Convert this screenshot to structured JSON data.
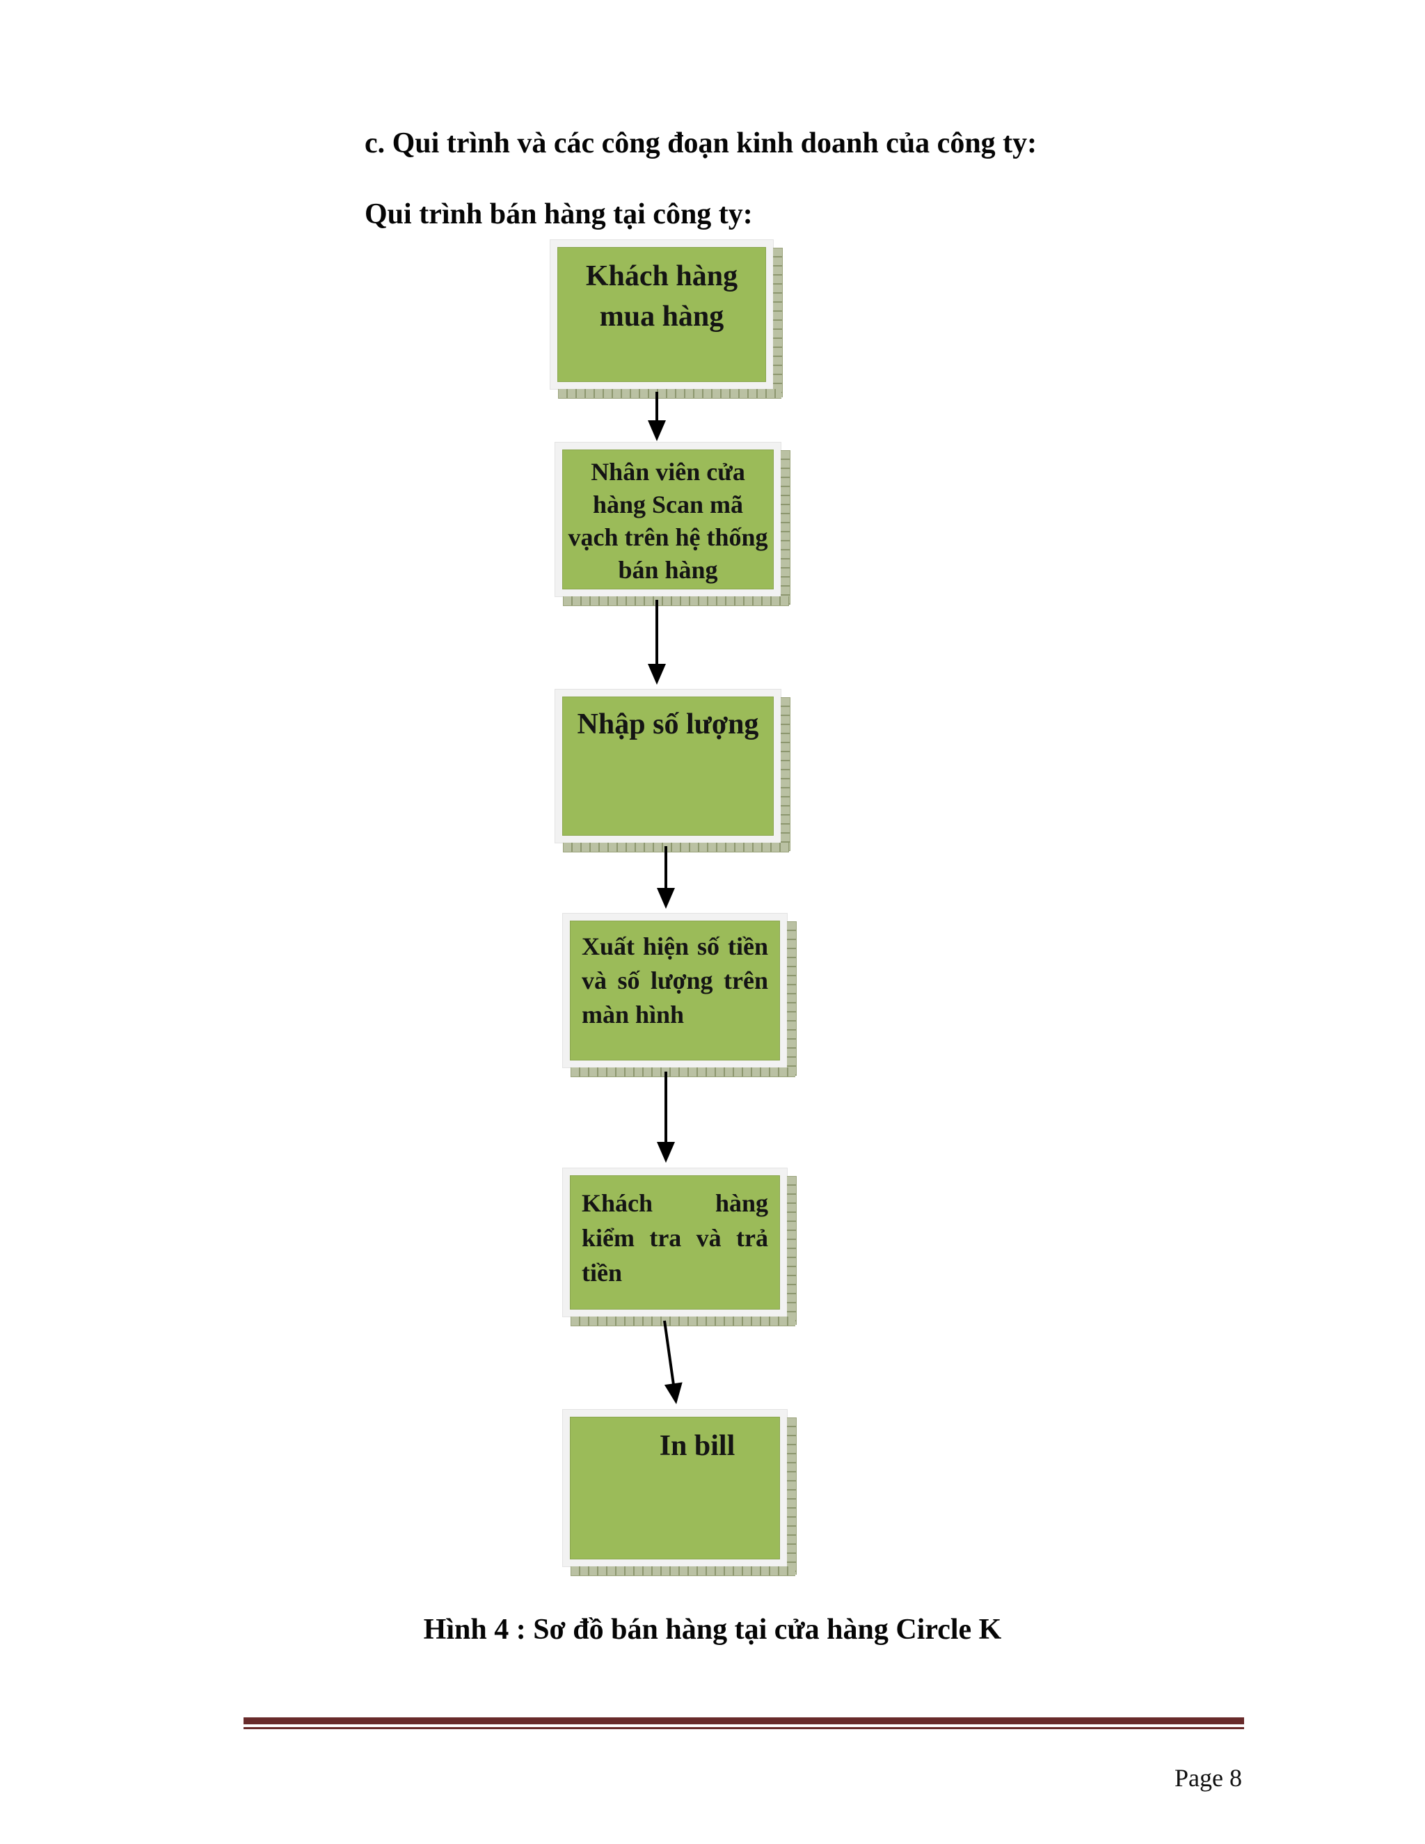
{
  "document": {
    "heading": "c. Qui trình và các công đoạn kinh doanh của công ty:",
    "subheading": "Qui trình bán hàng tại công ty:",
    "figure_caption": "Hình 4 : Sơ đồ bán hàng tại cửa hàng Circle K",
    "page_number": "Page 8"
  },
  "flowchart": {
    "boxes": [
      {
        "label": "Khách hàng\nmua hàng"
      },
      {
        "label": "Nhân viên cửa\nhàng Scan mã\nvạch trên hệ thống\nbán hàng"
      },
      {
        "label": "Nhập số lượng"
      },
      {
        "label": "Xuất hiện số tiền và số lượng trên màn hình"
      },
      {
        "label": "Khách hàng kiểm tra và trả tiền"
      },
      {
        "label": "In bill"
      }
    ]
  },
  "colors": {
    "box_fill": "#9bbb59",
    "box_frame": "#f2f2f2",
    "box_shadow": "#bac1a3",
    "divider_rule": "#682b2b",
    "text": "#000000"
  }
}
